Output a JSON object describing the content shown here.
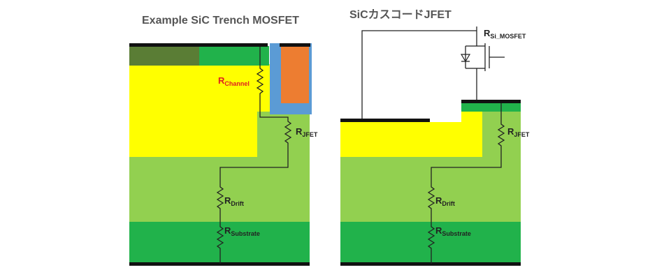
{
  "left": {
    "title": "Example SiC Trench MOSFET",
    "resistors": {
      "channel": {
        "main": "R",
        "sub": "Channel"
      },
      "jfet": {
        "main": "R",
        "sub": "JFET"
      },
      "drift": {
        "main": "R",
        "sub": "Drift"
      },
      "substrate": {
        "main": "R",
        "sub": "Substrate"
      }
    }
  },
  "right": {
    "title": "SiCカスコードJFET",
    "resistors": {
      "si_mosfet": {
        "main": "R",
        "sub": "Si_MOSFET"
      },
      "jfet": {
        "main": "R",
        "sub": "JFET"
      },
      "drift": {
        "main": "R",
        "sub": "Drift"
      },
      "substrate": {
        "main": "R",
        "sub": "Substrate"
      }
    }
  },
  "colors": {
    "yellow": "#ffff00",
    "light_green": "#92d050",
    "bright_green": "#21b24b",
    "dark_olive": "#5a7d35",
    "blue": "#5b9bd5",
    "orange": "#ed7d31",
    "channel_label": "#e02020",
    "metal": "#111111"
  }
}
